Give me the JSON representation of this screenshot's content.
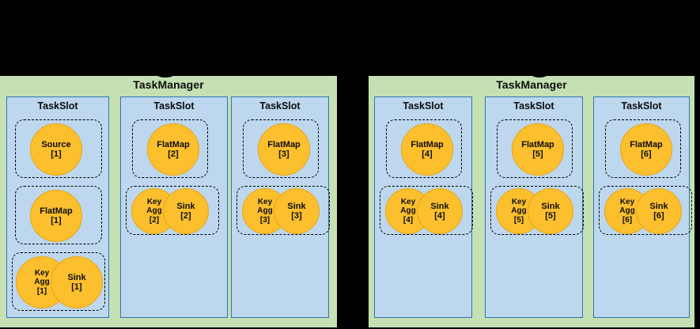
{
  "page": {
    "background_color": "#000000",
    "title": "Flink TaskManager TaskSlot allocation diagram"
  },
  "palette": {
    "taskmanager_fill": "#C5E0B3",
    "taskslot_fill": "#BDD7EE",
    "taskslot_border": "#2E74B5",
    "node_fill": "#FCBF2E",
    "node_border": "#E8A713",
    "dash_border": "#000000",
    "text": "#0D0D0D"
  },
  "taskmanagers": [
    {
      "id": "taskmanager-1",
      "label": "TaskManager",
      "slots": [
        {
          "id": "taskslot-1",
          "label": "TaskSlot",
          "tasks": [
            {
              "id": "task-source-1",
              "nodes": [
                {
                  "id": "node-source-1",
                  "lines": [
                    "Source",
                    "[1]"
                  ],
                  "size": "big"
                }
              ]
            },
            {
              "id": "task-flatmap-1",
              "nodes": [
                {
                  "id": "node-flatmap-1",
                  "lines": [
                    "FlatMap",
                    "[1]"
                  ],
                  "size": "big"
                }
              ]
            },
            {
              "id": "task-keyagg-sink-1",
              "nodes": [
                {
                  "id": "node-keyagg-1",
                  "lines": [
                    "Key",
                    "Agg",
                    "[1]"
                  ],
                  "size": "small"
                },
                {
                  "id": "node-sink-1",
                  "lines": [
                    "Sink",
                    "[1]"
                  ],
                  "size": "big"
                }
              ]
            }
          ]
        },
        {
          "id": "taskslot-2",
          "label": "TaskSlot",
          "tasks": [
            {
              "id": "task-flatmap-2",
              "nodes": [
                {
                  "id": "node-flatmap-2",
                  "lines": [
                    "FlatMap",
                    "[2]"
                  ],
                  "size": "big"
                }
              ]
            },
            {
              "id": "task-keyagg-sink-2",
              "nodes": [
                {
                  "id": "node-keyagg-2",
                  "lines": [
                    "Key",
                    "Agg",
                    "[2]"
                  ],
                  "size": "small"
                },
                {
                  "id": "node-sink-2",
                  "lines": [
                    "Sink",
                    "[2]"
                  ],
                  "size": "big"
                }
              ]
            }
          ]
        },
        {
          "id": "taskslot-3",
          "label": "TaskSlot",
          "tasks": [
            {
              "id": "task-flatmap-3",
              "nodes": [
                {
                  "id": "node-flatmap-3",
                  "lines": [
                    "FlatMap",
                    "[3]"
                  ],
                  "size": "big"
                }
              ]
            },
            {
              "id": "task-keyagg-sink-3",
              "nodes": [
                {
                  "id": "node-keyagg-3",
                  "lines": [
                    "Key",
                    "Agg",
                    "[3]"
                  ],
                  "size": "small"
                },
                {
                  "id": "node-sink-3",
                  "lines": [
                    "Sink",
                    "[3]"
                  ],
                  "size": "big"
                }
              ]
            }
          ]
        }
      ]
    },
    {
      "id": "taskmanager-2",
      "label": "TaskManager",
      "slots": [
        {
          "id": "taskslot-4",
          "label": "TaskSlot",
          "tasks": [
            {
              "id": "task-flatmap-4",
              "nodes": [
                {
                  "id": "node-flatmap-4",
                  "lines": [
                    "FlatMap",
                    "[4]"
                  ],
                  "size": "big"
                }
              ]
            },
            {
              "id": "task-keyagg-sink-4",
              "nodes": [
                {
                  "id": "node-keyagg-4",
                  "lines": [
                    "Key",
                    "Agg",
                    "[4]"
                  ],
                  "size": "small"
                },
                {
                  "id": "node-sink-4",
                  "lines": [
                    "Sink",
                    "[4]"
                  ],
                  "size": "big"
                }
              ]
            }
          ]
        },
        {
          "id": "taskslot-5",
          "label": "TaskSlot",
          "tasks": [
            {
              "id": "task-flatmap-5",
              "nodes": [
                {
                  "id": "node-flatmap-5",
                  "lines": [
                    "FlatMap",
                    "[5]"
                  ],
                  "size": "big"
                }
              ]
            },
            {
              "id": "task-keyagg-sink-5",
              "nodes": [
                {
                  "id": "node-keyagg-5",
                  "lines": [
                    "Key",
                    "Agg",
                    "[5]"
                  ],
                  "size": "small"
                },
                {
                  "id": "node-sink-5",
                  "lines": [
                    "Sink",
                    "[5]"
                  ],
                  "size": "big"
                }
              ]
            }
          ]
        },
        {
          "id": "taskslot-6",
          "label": "TaskSlot",
          "tasks": [
            {
              "id": "task-flatmap-6",
              "nodes": [
                {
                  "id": "node-flatmap-6",
                  "lines": [
                    "FlatMap",
                    "[6]"
                  ],
                  "size": "big"
                }
              ]
            },
            {
              "id": "task-keyagg-sink-6",
              "nodes": [
                {
                  "id": "node-keyagg-6",
                  "lines": [
                    "Key",
                    "Agg",
                    "[6]"
                  ],
                  "size": "small"
                },
                {
                  "id": "node-sink-6",
                  "lines": [
                    "Sink",
                    "[6]"
                  ],
                  "size": "big"
                }
              ]
            }
          ]
        }
      ]
    }
  ]
}
